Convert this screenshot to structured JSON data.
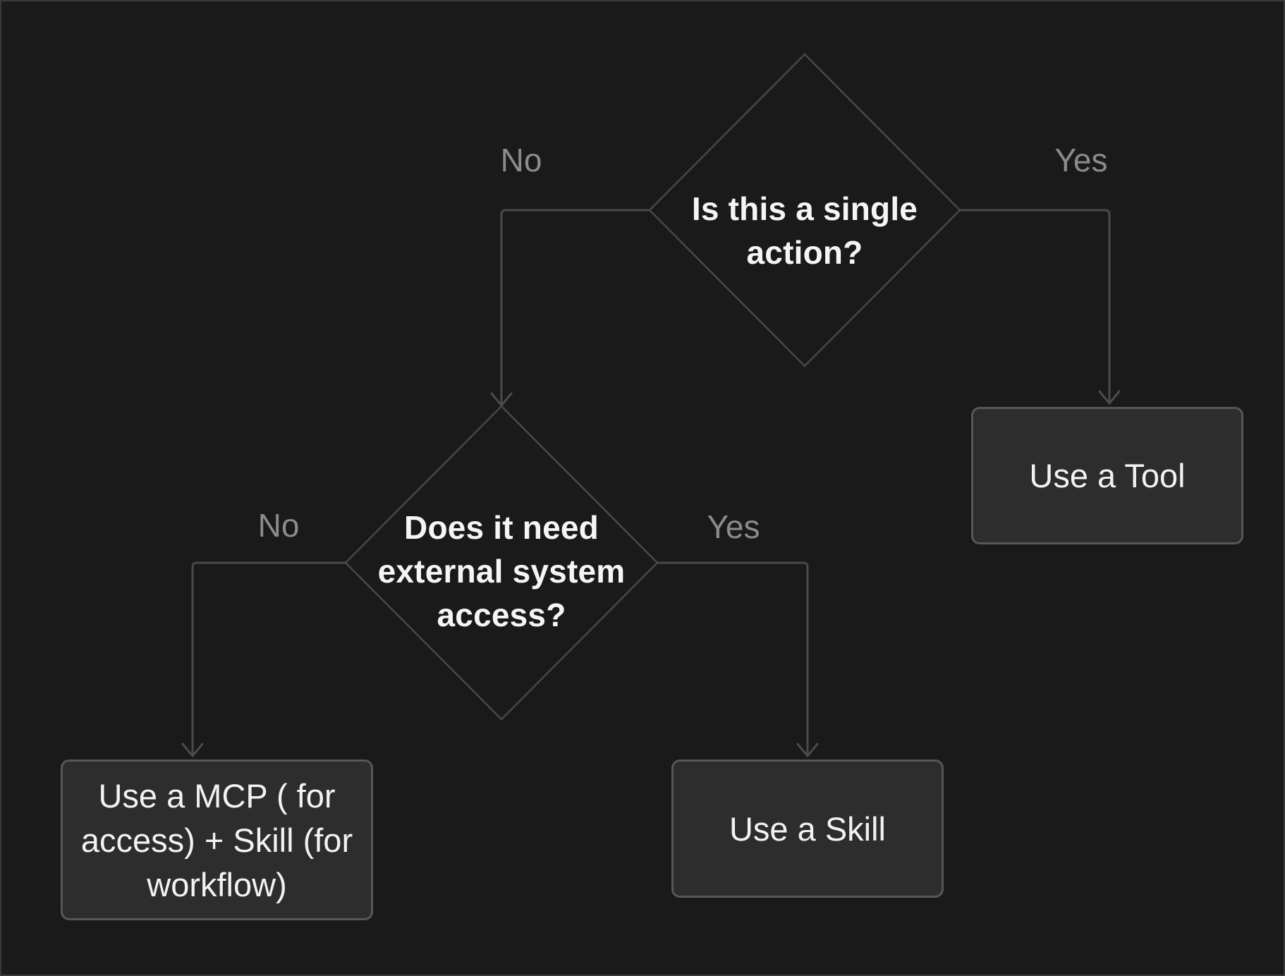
{
  "page": {
    "background_color": "#1a1a1b",
    "frame_border_color": "#3a3a3c"
  },
  "colors": {
    "node_fill": "#2d2d2d",
    "node_border": "#57575a",
    "diamond_stroke": "#48484b",
    "connector": "#4b4b4e",
    "question_text": "#f5f5f5",
    "branch_label_text": "#8b8b8d"
  },
  "flowchart": {
    "decisions": [
      {
        "label": "Is this a single action?"
      },
      {
        "label": "Does it need external system access?"
      }
    ],
    "outcomes": [
      {
        "label": "Use a Tool"
      },
      {
        "label": "Use a Skill"
      },
      {
        "label": "Use a MCP ( for access) + Skill (for workflow)"
      }
    ],
    "branches": [
      {
        "from": "Is this a single action?",
        "answer": "No",
        "to": "Does it need external system access?"
      },
      {
        "from": "Is this a single action?",
        "answer": "Yes",
        "to": "Use a Tool"
      },
      {
        "from": "Does it need external system access?",
        "answer": "No",
        "to": "Use a MCP ( for access) + Skill (for workflow)"
      },
      {
        "from": "Does it need external system access?",
        "answer": "Yes",
        "to": "Use a Skill"
      }
    ]
  }
}
